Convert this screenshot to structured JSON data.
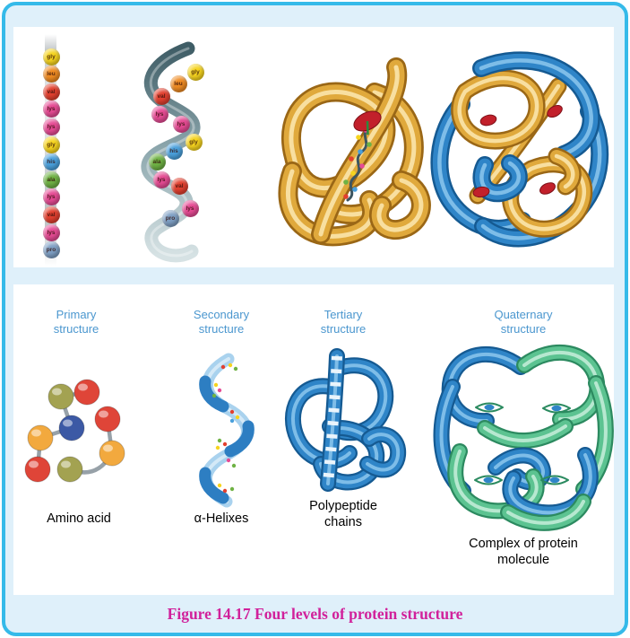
{
  "figure_caption": "Figure 14.17 Four levels of protein structure",
  "colors": {
    "frame_border": "#35bae9",
    "frame_background": "#dff0fa",
    "panel_background": "#ffffff",
    "heading_blue": "#4b97cf",
    "caption_magenta": "#d1219b",
    "label_black": "#000000",
    "arrow_gray": "#c2c7ca",
    "gold_tube": "#e0a93c",
    "blue_tube": "#2f85c8",
    "green_tube": "#5cc391",
    "heme_red": "#c2202b"
  },
  "amino_acid_sequence": [
    "gly",
    "leu",
    "val",
    "lys",
    "lys",
    "gly",
    "his",
    "ala",
    "lys",
    "val",
    "lys",
    "pro"
  ],
  "bead_colors": {
    "gly": "#f6d41f",
    "leu": "#ef8b22",
    "val": "#e2402f",
    "lys": "#e64b94",
    "his": "#4aa0dc",
    "ala": "#6fb244",
    "pro": "#7e9fc4"
  },
  "ball_model": {
    "colors": [
      "#a3a251",
      "#df4538",
      "#3c59a5",
      "#df4538",
      "#f2a93e",
      "#df4538",
      "#a3a251",
      "#f2a93e"
    ]
  },
  "bottom_panel": {
    "columns": [
      {
        "header": "Primary\nstructure",
        "label": "Amino acid"
      },
      {
        "header": "Secondary\nstructure",
        "label": "α-Helixes"
      },
      {
        "header": "Tertiary\nstructure",
        "label": "Polypeptide\nchains"
      },
      {
        "header": "Quaternary\nstructure",
        "label": "Complex of protein\nmolecule"
      }
    ]
  }
}
